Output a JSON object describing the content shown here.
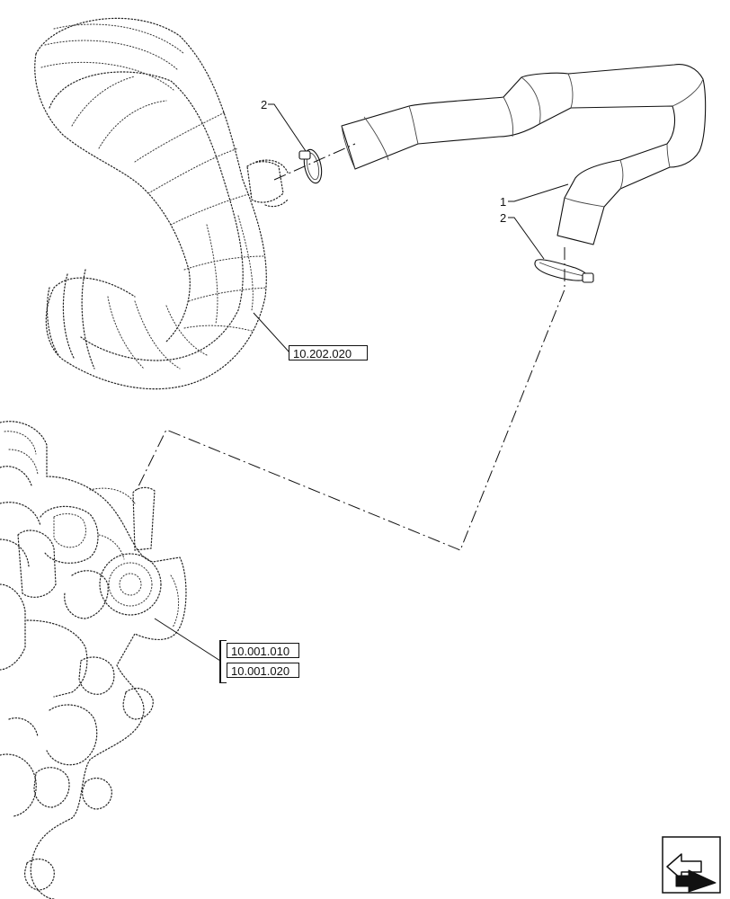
{
  "callouts": {
    "hose_label": "1",
    "clamp_upper_label": "2",
    "clamp_lower_label": "2"
  },
  "references": {
    "air_duct": "10.202.020",
    "engine_a": "10.001.010",
    "engine_b": "10.001.020"
  },
  "icons": {
    "navigation": "next-page-arrow-icon"
  }
}
